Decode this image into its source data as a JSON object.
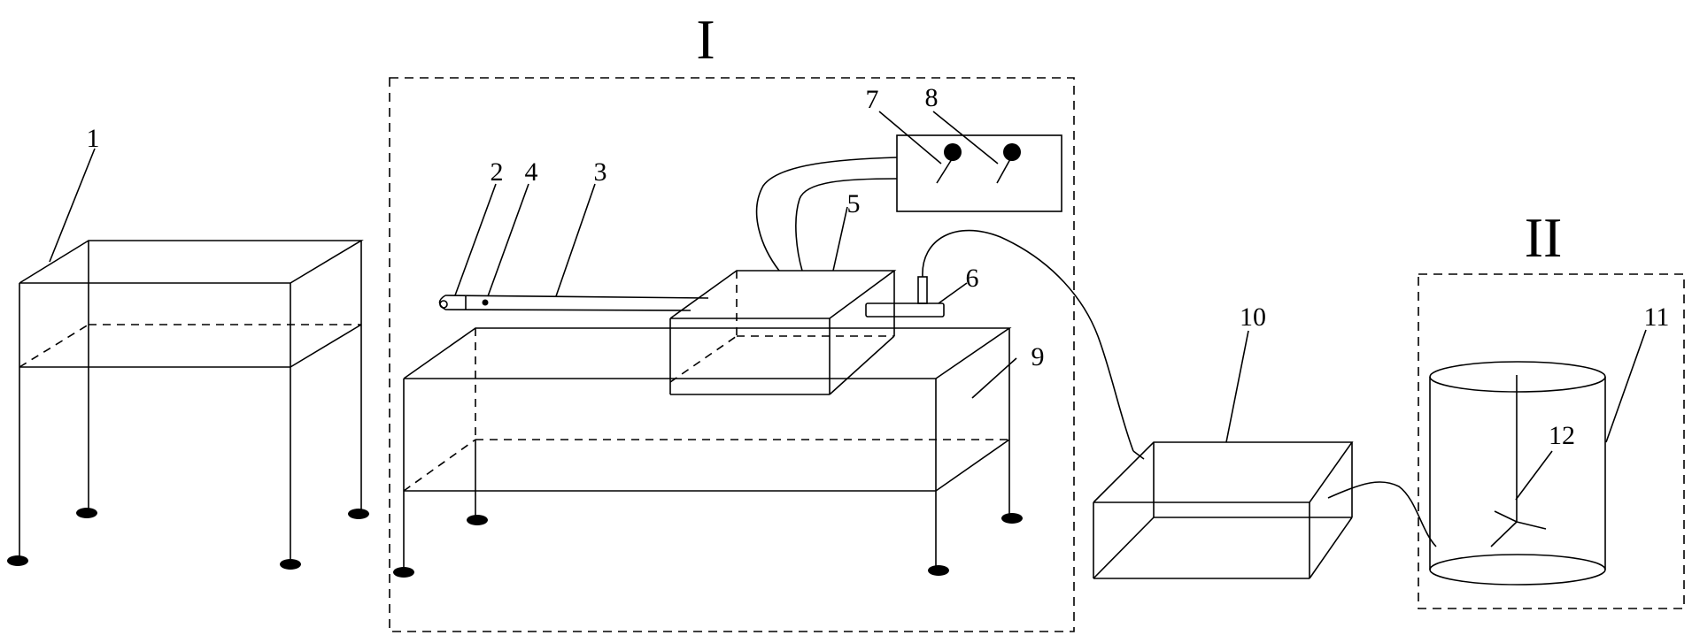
{
  "regions": [
    {
      "id": "I",
      "label": "I"
    },
    {
      "id": "II",
      "label": "II"
    }
  ],
  "labels": {
    "n1": "1",
    "n2": "2",
    "n3": "3",
    "n4": "4",
    "n5": "5",
    "n6": "6",
    "n7": "7",
    "n8": "8",
    "n9": "9",
    "n10": "10",
    "n11": "11",
    "n12": "12"
  }
}
